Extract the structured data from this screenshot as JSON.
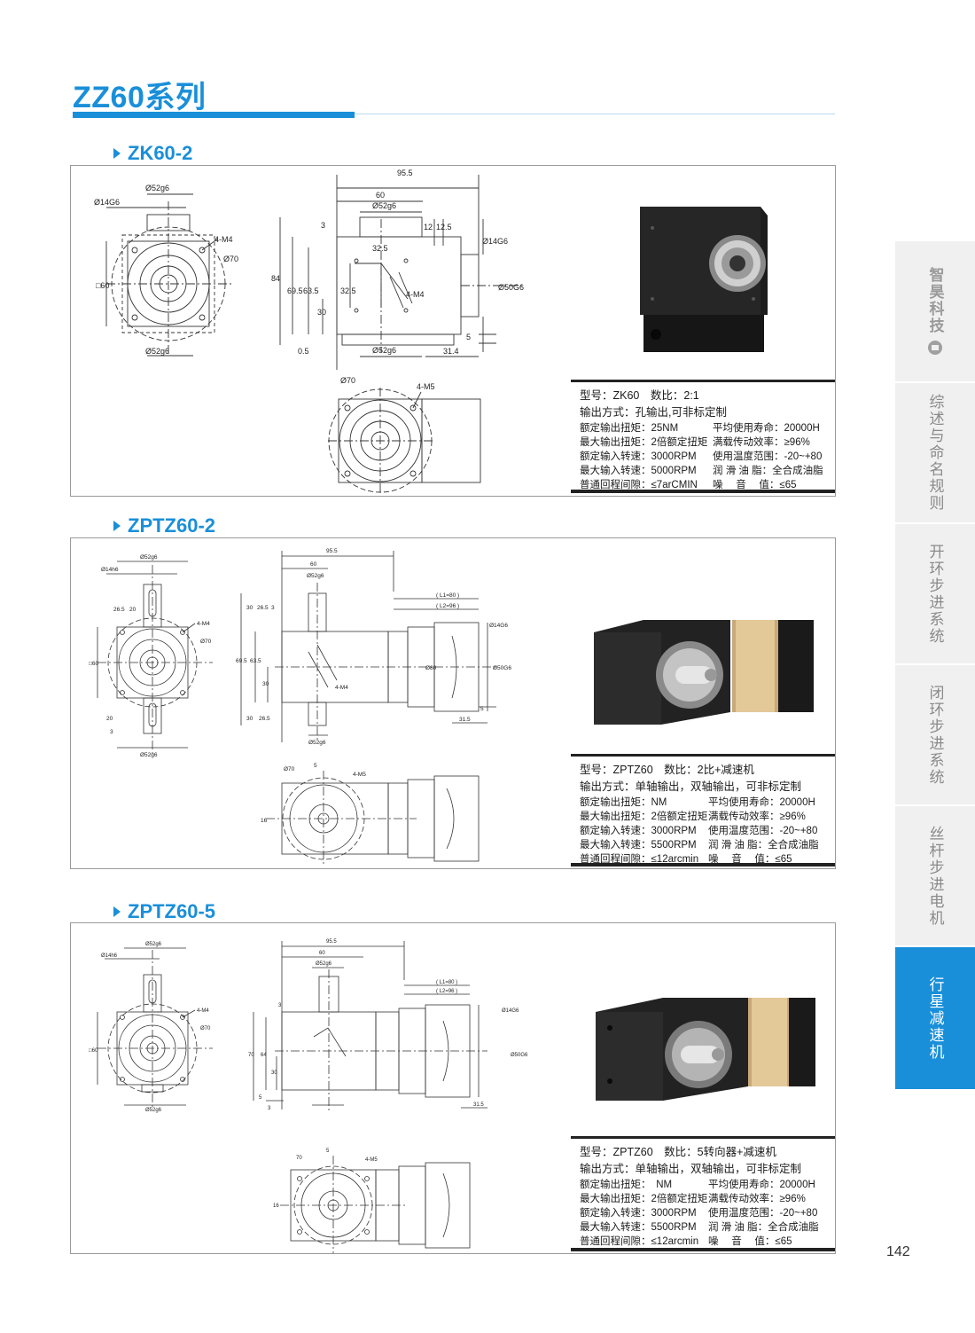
{
  "page": {
    "title": "ZZ60系列",
    "page_number": "142"
  },
  "sidebar": {
    "brand": "智昊科技",
    "tabs": [
      {
        "label": "综述与命名规则",
        "active": false
      },
      {
        "label": "开环步进系统",
        "active": false
      },
      {
        "label": "闭环步进系统",
        "active": false
      },
      {
        "label": "丝杆步进电机",
        "active": false
      },
      {
        "label": "行星减速机",
        "active": true
      }
    ]
  },
  "sections": [
    {
      "title": "ZK60-2",
      "spec": {
        "line1": "型号：ZK60　数比：2:1",
        "line2": "输出方式：孔输出,可非标定制",
        "rows": [
          [
            "额定输出扭矩：25NM",
            "平均使用寿命：20000H"
          ],
          [
            "最大输出扭矩：2倍额定扭矩",
            "满载传动效率：≥96%"
          ],
          [
            "额定输入转速：3000RPM",
            "使用温度范围：-20~+80"
          ],
          [
            "最大输入转速：5000RPM",
            "润 滑 油 脂：全合成油脂"
          ],
          [
            "普通回程间隙：≤7arCMIN",
            "噪　 音　 值：≤65"
          ]
        ]
      },
      "dims": {
        "d14": "Ø14G6",
        "d52": "Ø52g6",
        "m4": "4-M4",
        "d70": "Ø70",
        "sq60": "□60",
        "w955": "95.5",
        "w60": "60",
        "h3": "3",
        "h12": "12",
        "h125": "12.5",
        "d14v": "Ø14G6",
        "d325": "32.5",
        "h84": "84",
        "h695": "69.5",
        "h635": "63.5",
        "h325": "32.5",
        "h30": "30",
        "m4b": "4-M4",
        "d50": "Ø50G6",
        "h5": "5",
        "h05": "0.5",
        "w314": "31.4",
        "d70b": "Ø70",
        "m5": "4-M5"
      }
    },
    {
      "title": "ZPTZ60-2",
      "spec": {
        "line1": "型号：ZPTZ60　数比：2比+减速机",
        "line2": "输出方式：单轴输出，双轴输出，可非标定制",
        "rows": [
          [
            "额定输出扭矩：NM",
            "平均使用寿命：20000H"
          ],
          [
            "最大输出扭矩：2倍额定扭矩",
            "满载传动效率：≥96%"
          ],
          [
            "额定输入转速：3000RPM",
            "使用温度范围：-20~+80"
          ],
          [
            "最大输入转速：5500RPM",
            "润 滑 油 脂：全合成油脂"
          ],
          [
            "普通回程间隙：≤12arcmin",
            "噪　 音　 值：≤65"
          ]
        ]
      },
      "dims": {
        "d52": "Ø52g6",
        "d14": "Ø14h6",
        "h265": "26.5",
        "h20": "20",
        "m4": "4-M4",
        "d70": "Ø70",
        "sq60": "□60",
        "h3": "3",
        "w955": "95.5",
        "w60": "60",
        "h30": "30",
        "l1": "( L1=80 )",
        "l2": "( L2=96 )",
        "d14g6": "Ø14G6",
        "h695": "69.5",
        "h635": "63.5",
        "d80": "Ø80",
        "d50": "Ø50G6",
        "h5": "5",
        "w315": "31.5",
        "d70b": "Ø70",
        "m5": "4-M5",
        "h16": "16"
      }
    },
    {
      "title": "ZPTZ60-5",
      "spec": {
        "line1": "型号：ZPTZ60　数比：5转向器+减速机",
        "line2": "输出方式：单轴输出，双轴输出，可非标定制",
        "rows": [
          [
            "额定输出扭矩：　NM",
            "平均使用寿命：20000H"
          ],
          [
            "最大输出扭矩：2倍额定扭矩",
            "满载传动效率：≥96%"
          ],
          [
            "额定输入转速：3000RPM",
            "使用温度范围：-20~+80"
          ],
          [
            "最大输入转速：5500RPM",
            "润 滑 油 脂：全合成油脂"
          ],
          [
            "普通回程间隙：≤12arcmin",
            "噪　 音　 值：≤65"
          ]
        ]
      },
      "dims": {
        "d52": "Ø52g6",
        "d14": "Ø14h6",
        "m4": "4-M4",
        "d70": "Ø70",
        "sq60": "□60",
        "w955": "95.5",
        "w60": "60",
        "h3": "3",
        "l1": "( L1=80 )",
        "l2": "( L2=96 )",
        "d14g6": "Ø14G6",
        "h70": "70",
        "h64": "64",
        "h30": "30",
        "d50": "Ø50G6",
        "w315": "31.5",
        "h5": "5",
        "m5": "4-M5",
        "h16": "16",
        "h70b": "70"
      }
    }
  ],
  "colors": {
    "accent": "#1a8fd9",
    "tab_inactive": "#f0f0f0",
    "tab_text": "#8a8a8a"
  }
}
